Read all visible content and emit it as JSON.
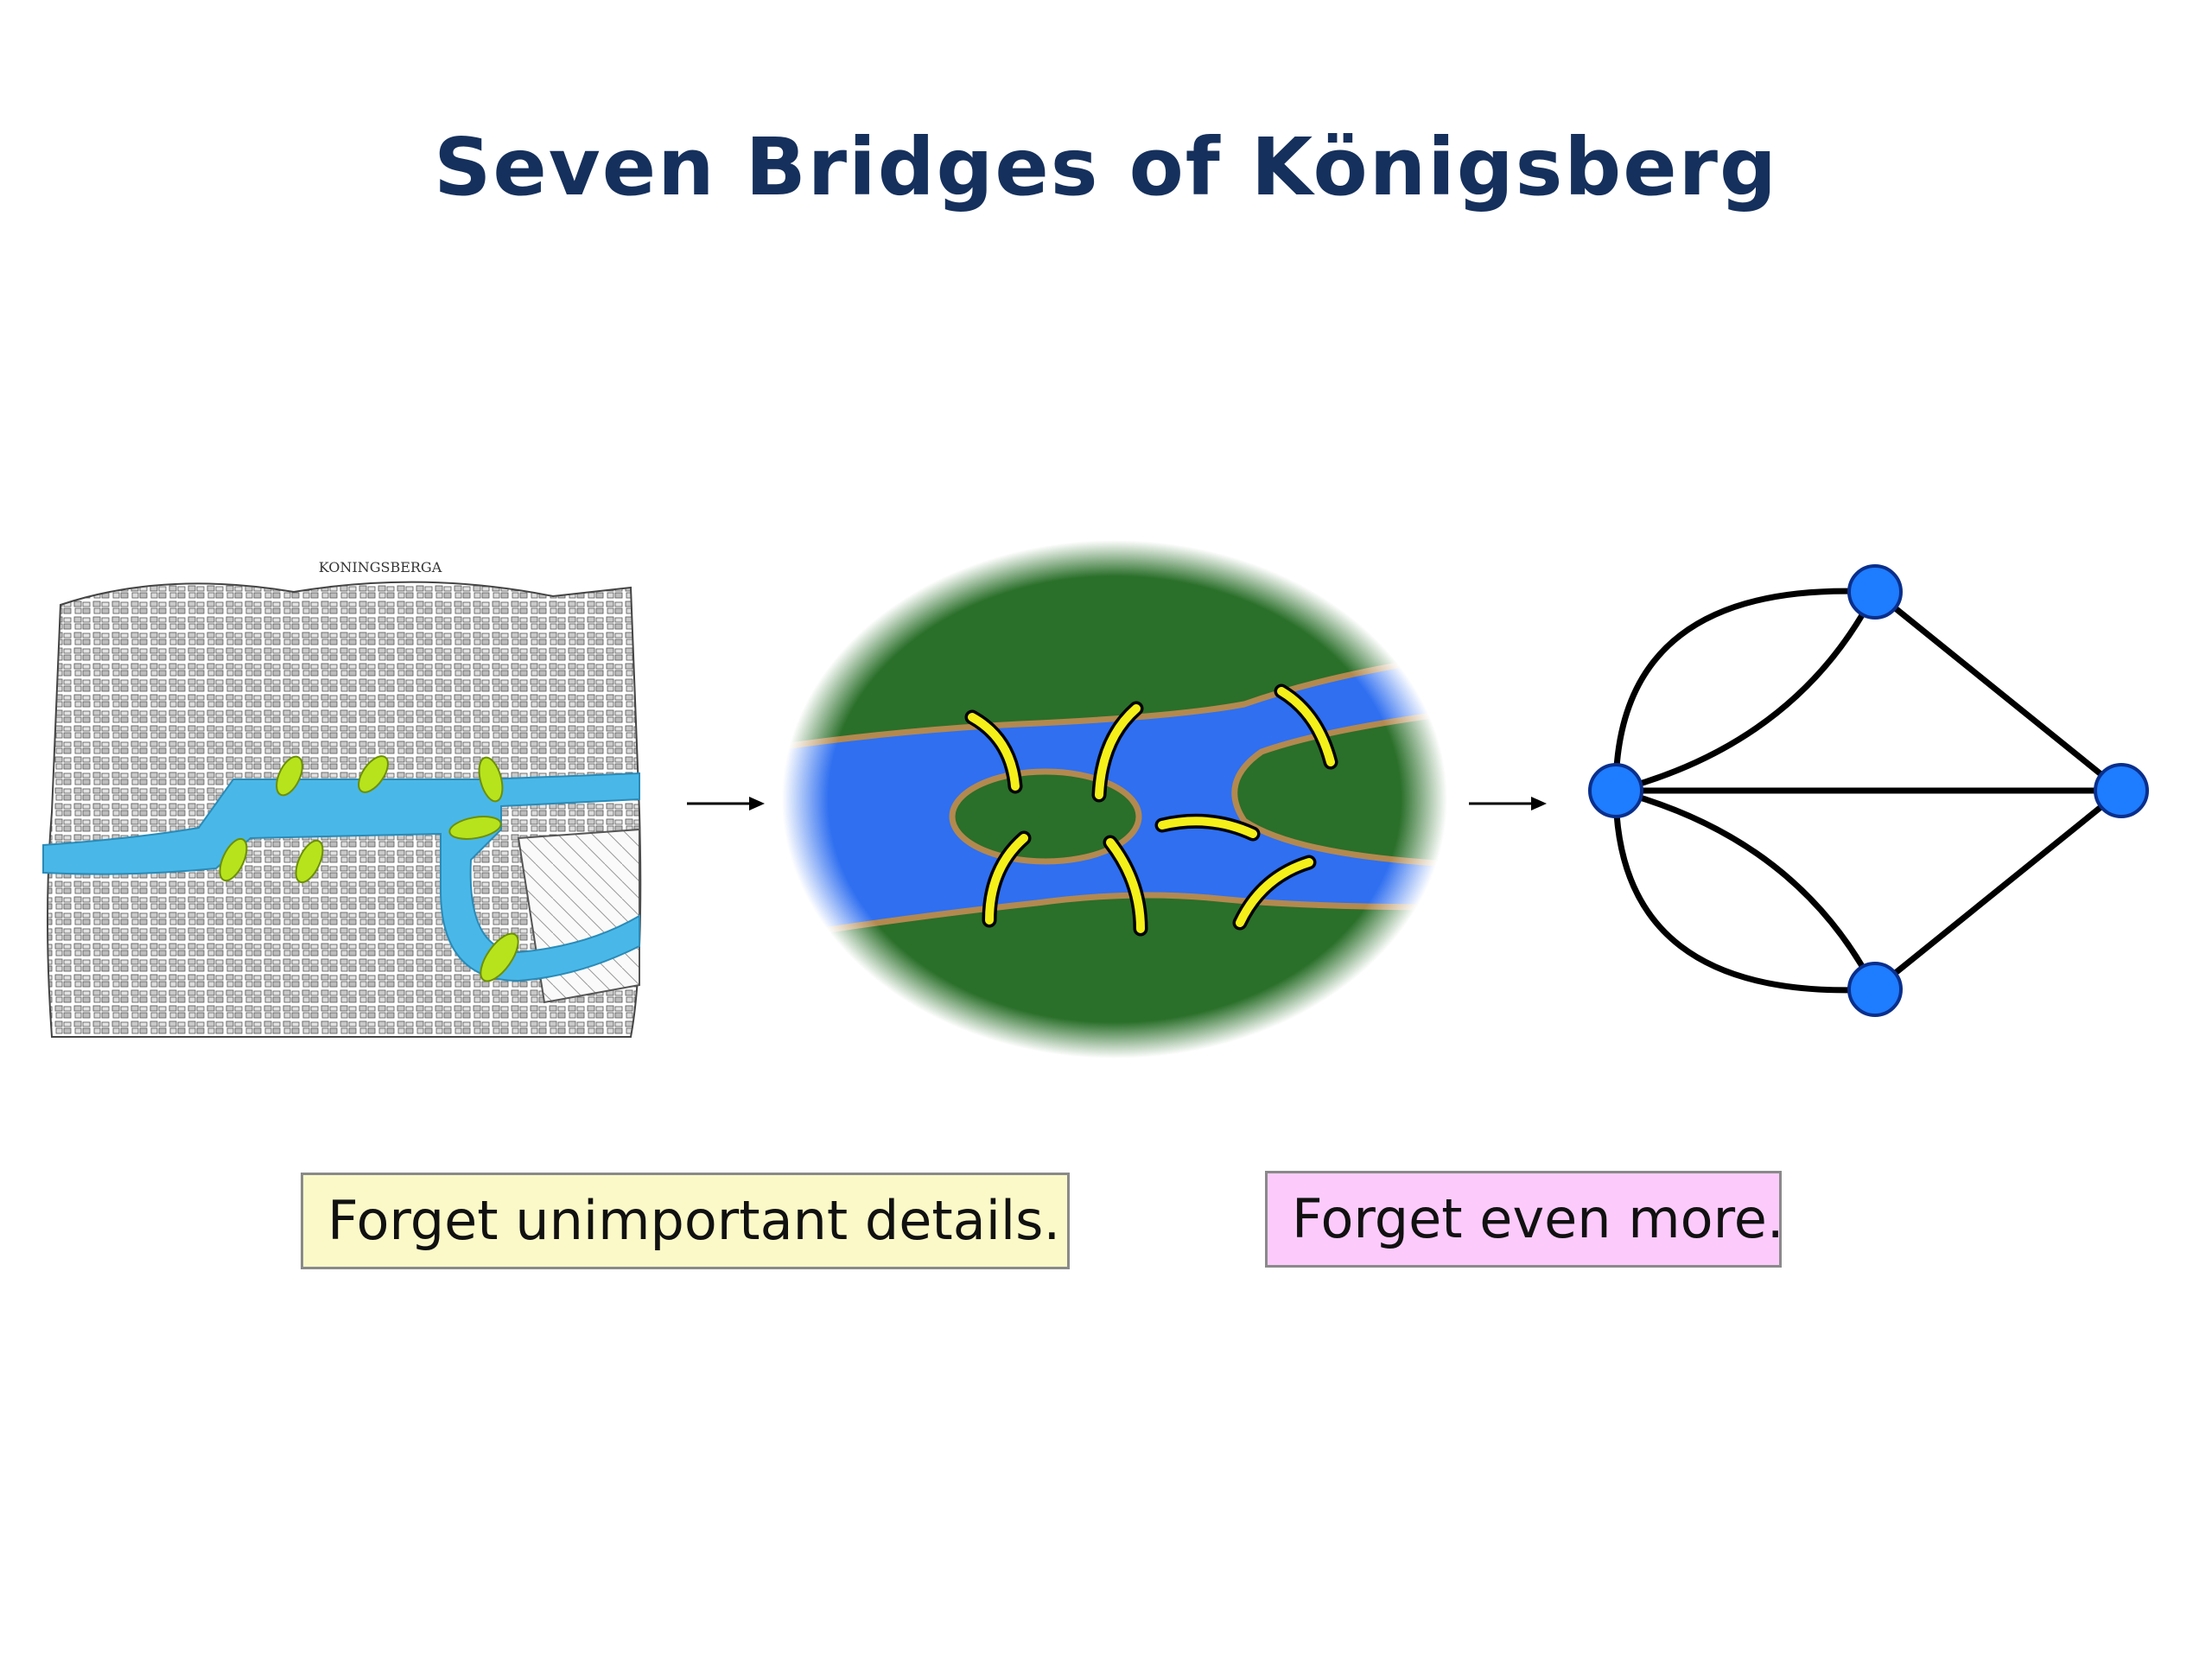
{
  "slide": {
    "title": "Seven Bridges of Königsberg",
    "map_label": "KONINGSBERGA",
    "caption_left": "Forget unimportant details.",
    "caption_right": "Forget even more.",
    "colors": {
      "title": "#15305c",
      "river": "#49b8e8",
      "bridge_marker": "#b7e31c",
      "land": "#2a6f2a",
      "water": "#2f6ff0",
      "bank": "#b3894f",
      "bridge": "#f5ef1a",
      "node": "#1e7cff",
      "caption_left_bg": "#fbf9c8",
      "caption_right_bg": "#fccbfc"
    }
  }
}
